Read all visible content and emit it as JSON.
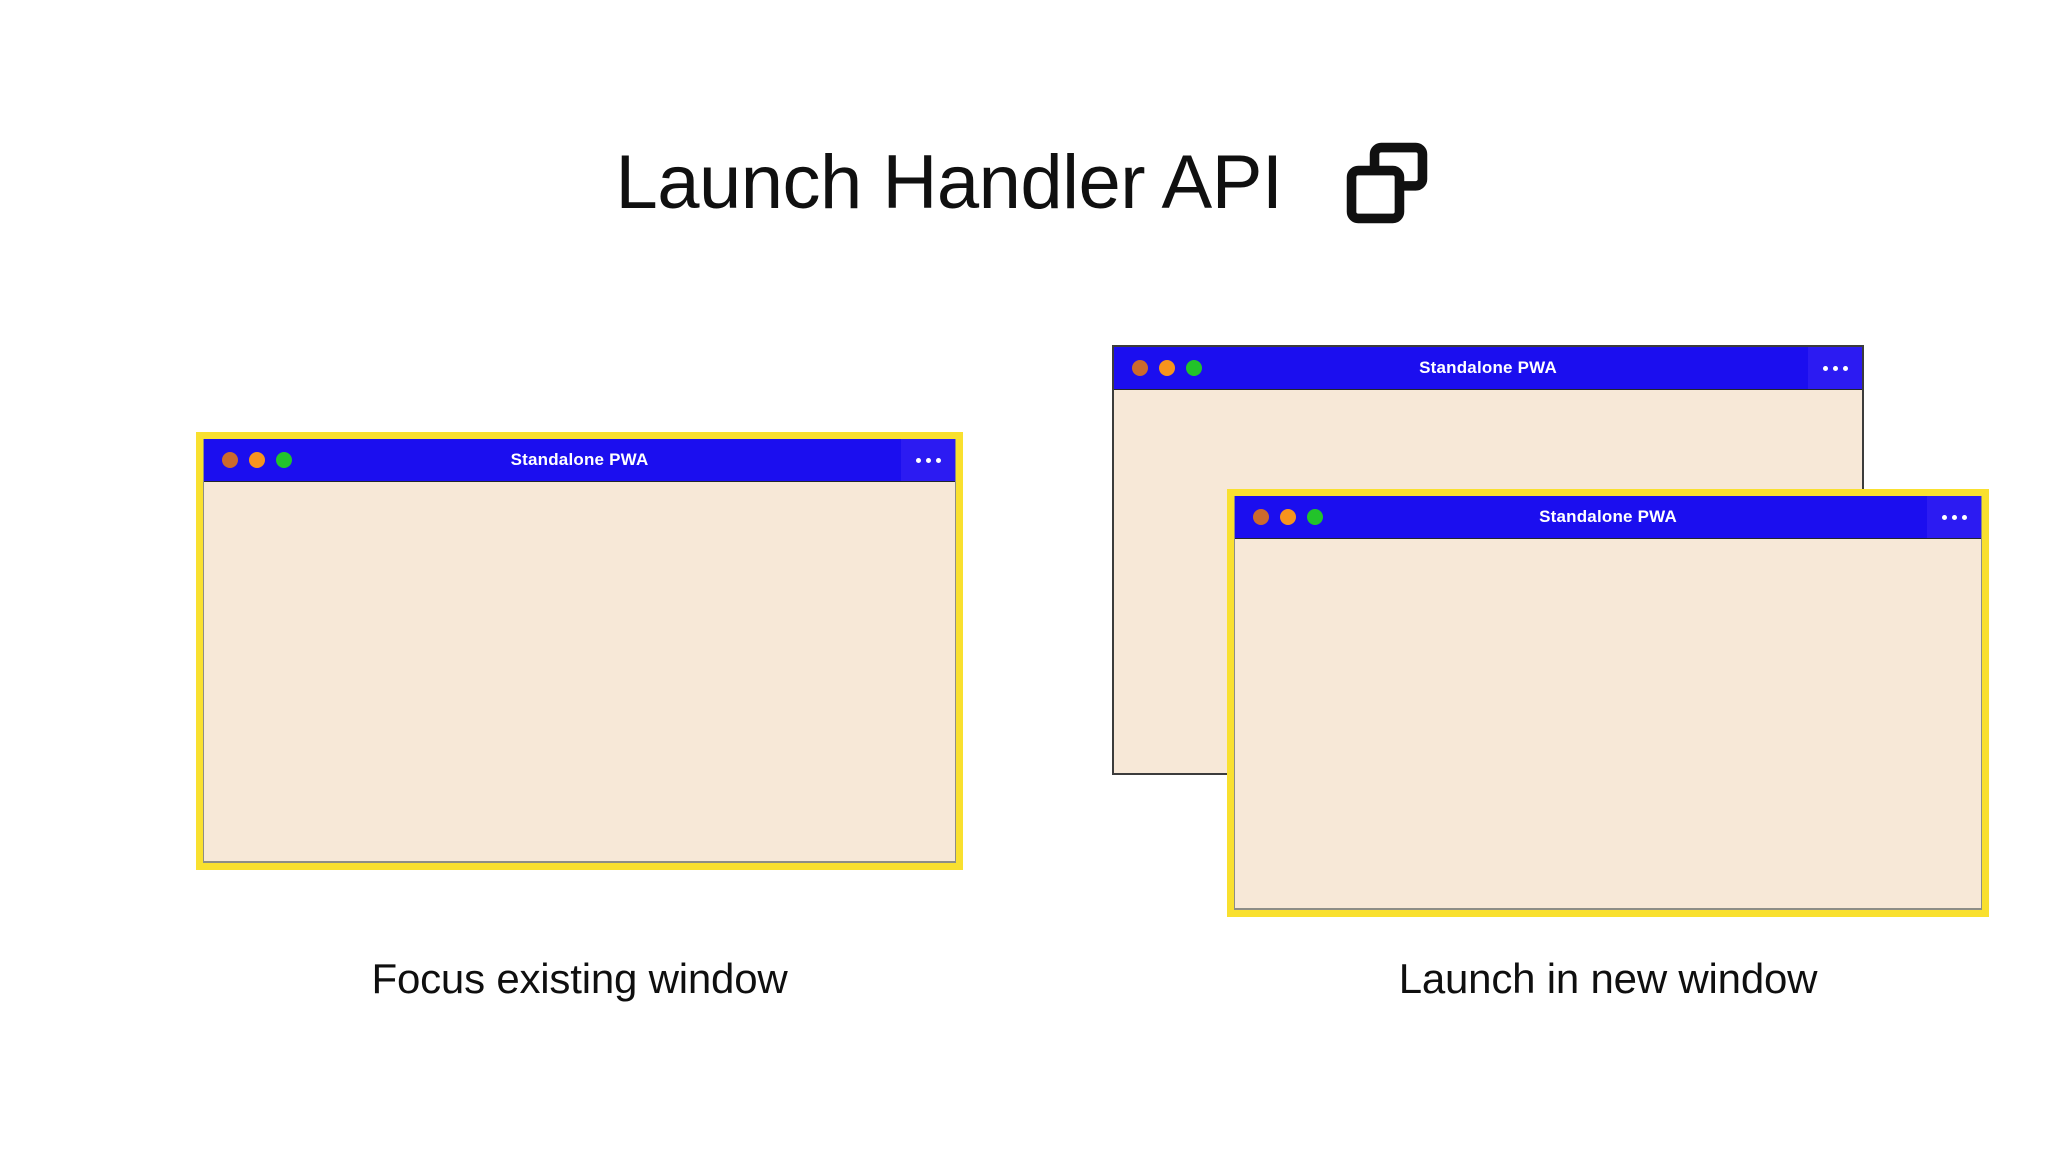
{
  "header": {
    "title": "Launch Handler API",
    "icon": "two-overlapping-windows-icon"
  },
  "colors": {
    "page_background": "#ffffff",
    "titlebar_blue": "#1b0eef",
    "menu_blue": "#2c1bf2",
    "window_body_cream": "#f7e8d7",
    "focus_border_yellow": "#f9e02f",
    "unfocused_border_gray": "#3c3c3c",
    "traffic_close": "#cc6a2c",
    "traffic_minimize": "#f7941d",
    "traffic_maximize": "#22c32a",
    "title_text": "#ffffff",
    "caption_text": "#0f0f0f"
  },
  "scenarios": [
    {
      "id": "focus-existing",
      "caption": "Focus existing window",
      "windows": [
        {
          "id": "window-left",
          "title": "Standalone PWA",
          "state": "focused",
          "menu_label": "…"
        }
      ]
    },
    {
      "id": "launch-new",
      "caption": "Launch in new window",
      "windows": [
        {
          "id": "window-back",
          "title": "Standalone PWA",
          "state": "unfocused",
          "menu_label": "…"
        },
        {
          "id": "window-front",
          "title": "Standalone PWA",
          "state": "focused",
          "menu_label": "…"
        }
      ]
    }
  ]
}
